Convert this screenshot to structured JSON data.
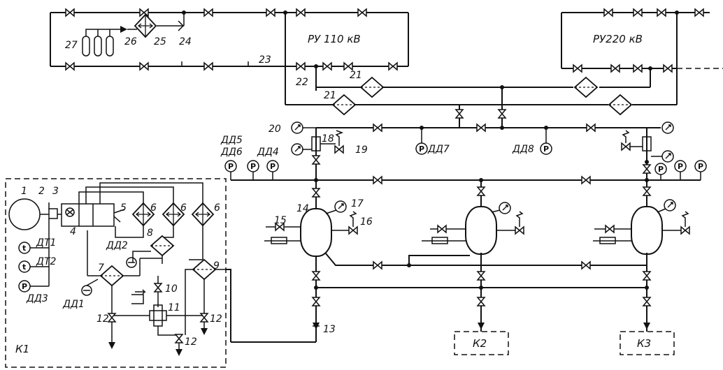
{
  "labels": {
    "ru110": "РУ 110 кВ",
    "ru220": "РУ220 кВ",
    "k1": "К1",
    "k2": "К2",
    "k3": "К3",
    "dd1": "ДД1",
    "dd2": "ДД2",
    "dd3": "ДД3",
    "dd4": "ДД4",
    "dd5": "ДД5",
    "dd6": "ДД6",
    "dd7": "ДД7",
    "dd8": "ДД8",
    "dt1": "ДТ1",
    "dt2": "ДТ2",
    "n1": "1",
    "n2": "2",
    "n3": "3",
    "n4": "4",
    "n5": "5",
    "n6a": "6",
    "n6b": "6",
    "n6c": "6",
    "n7": "7",
    "n8": "8",
    "n9": "9",
    "n10": "10",
    "n11": "11",
    "n12a": "12",
    "n12b": "12",
    "n12c": "12",
    "n13": "13",
    "n14": "14",
    "n15": "15",
    "n16": "16",
    "n17": "17",
    "n18": "18",
    "n19": "19",
    "n20": "20",
    "n21a": "21",
    "n21b": "21",
    "n22": "22",
    "n23": "23",
    "n24": "24",
    "n25": "25",
    "n26": "26",
    "n27": "27"
  },
  "gauge_letter": "P",
  "temp_letter": "t"
}
